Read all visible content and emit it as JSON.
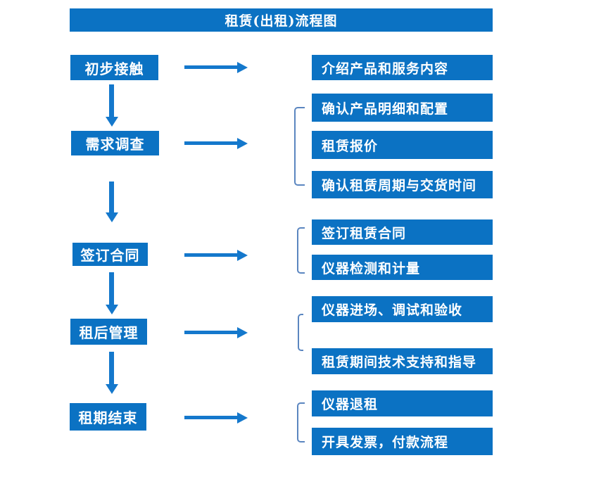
{
  "title": "租赁(出租)流程图",
  "colors": {
    "primary": "#0b72c3",
    "arrow": "#1478cc",
    "bracket": "#5b86c0",
    "text": "#ffffff"
  },
  "flow": {
    "steps": [
      {
        "label": "初步接触",
        "details": [
          "介绍产品和服务内容"
        ]
      },
      {
        "label": "需求调查",
        "details": [
          "确认产品明细和配置",
          "租赁报价",
          "确认租赁周期与交货时间"
        ]
      },
      {
        "label": "签订合同",
        "details": [
          "签订租赁合同",
          "仪器检测和计量"
        ]
      },
      {
        "label": "租后管理",
        "details": [
          "仪器进场、调试和验收",
          "租赁期间技术支持和指导"
        ]
      },
      {
        "label": "租期结束",
        "details": [
          "仪器退租",
          "开具发票，付款流程"
        ]
      }
    ]
  }
}
